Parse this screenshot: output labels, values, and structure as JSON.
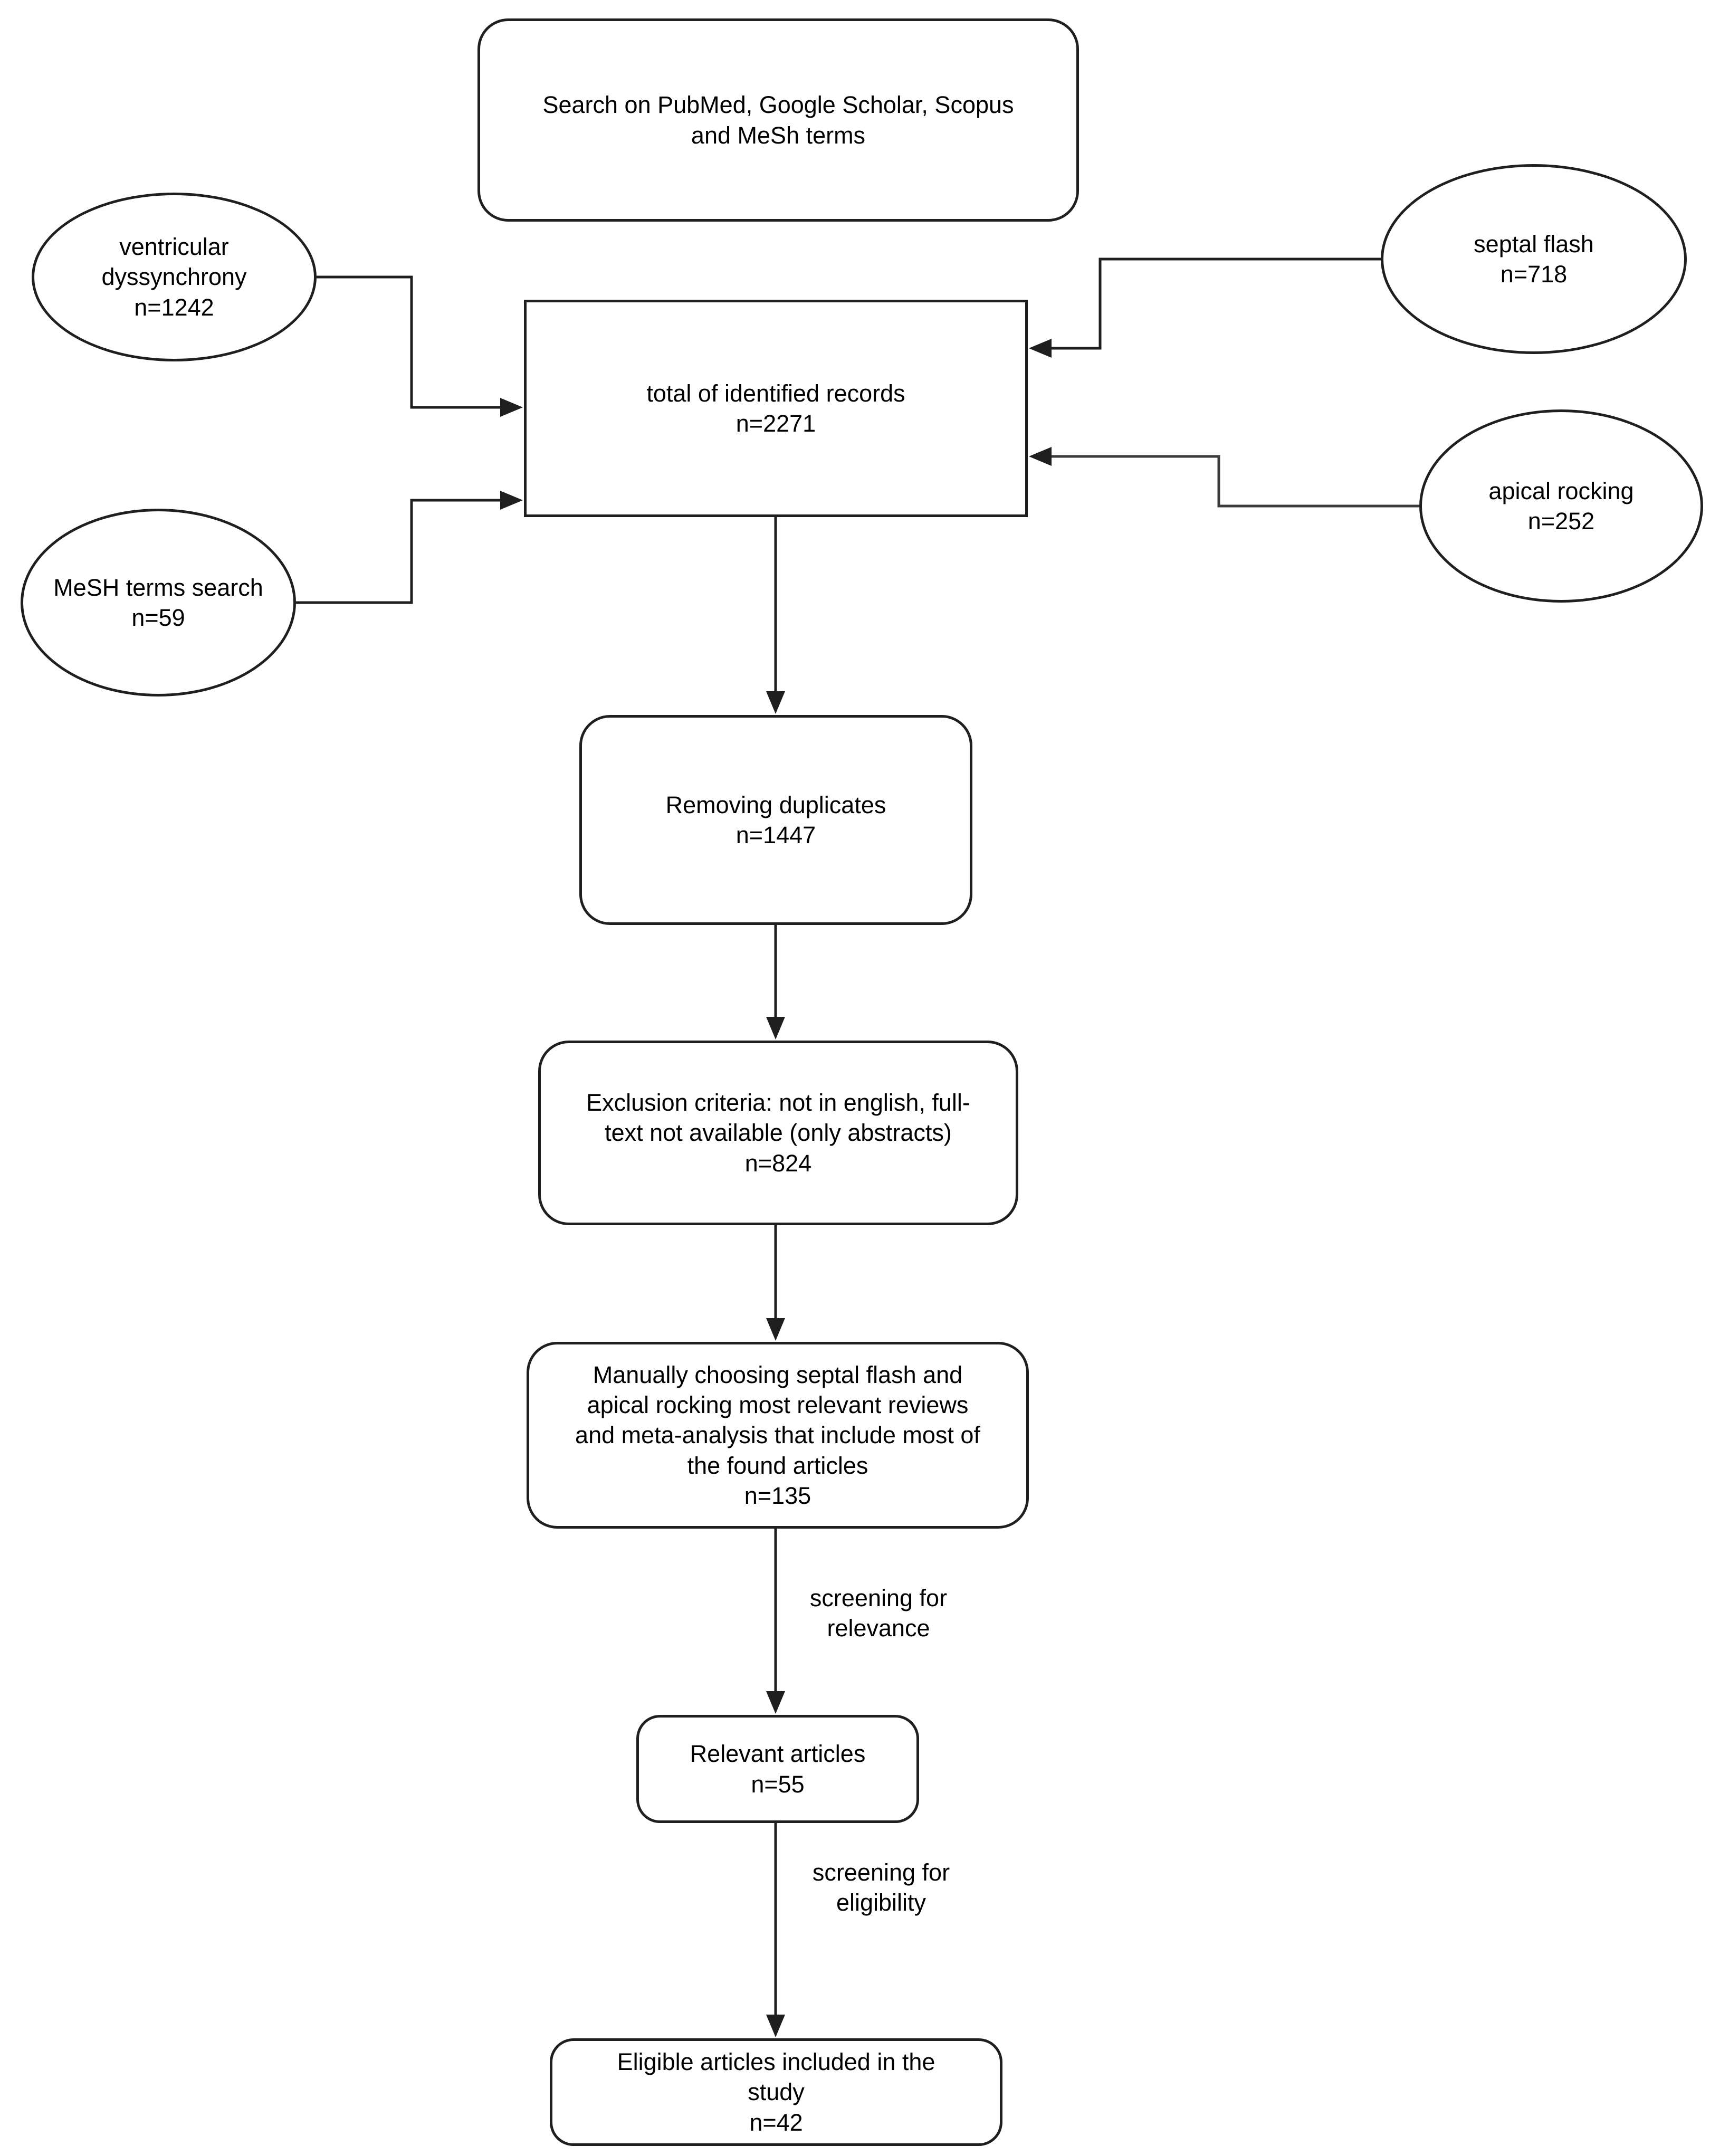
{
  "diagram": {
    "background_color": "#ffffff",
    "stroke_color": "#1f1f1f",
    "text_color": "#000000",
    "nodes": {
      "search_sources": {
        "shape": "rounded-rect",
        "lines": [
          "Search on PubMed, Google Scholar, Scopus",
          "and MeSh terms"
        ]
      },
      "ventricular_dyssynchrony": {
        "shape": "ellipse",
        "lines": [
          "ventricular",
          "dyssynchrony",
          "n=1242"
        ]
      },
      "septal_flash": {
        "shape": "ellipse",
        "lines": [
          "septal flash",
          "n=718"
        ]
      },
      "total_identified_records": {
        "shape": "rect",
        "lines": [
          "total of identified records",
          "n=2271"
        ]
      },
      "mesh_terms_search": {
        "shape": "ellipse",
        "lines": [
          "MeSH terms search",
          "n=59"
        ]
      },
      "apical_rocking": {
        "shape": "ellipse",
        "lines": [
          "apical rocking",
          "n=252"
        ]
      },
      "removing_duplicates": {
        "shape": "rounded-rect",
        "lines": [
          "Removing duplicates",
          "n=1447"
        ]
      },
      "exclusion_criteria": {
        "shape": "rounded-rect",
        "lines": [
          "Exclusion criteria: not in english, full-",
          "text not available (only abstracts)",
          "n=824"
        ]
      },
      "manual_selection": {
        "shape": "rounded-rect",
        "lines": [
          "Manually choosing septal flash and",
          "apical rocking most relevant reviews",
          "and meta-analysis that include most of",
          "the found articles",
          "n=135"
        ]
      },
      "relevant_articles": {
        "shape": "rounded-rect",
        "lines": [
          "Relevant articles",
          "n=55"
        ]
      },
      "eligible_articles": {
        "shape": "rounded-rect",
        "lines": [
          "Eligible articles included in the",
          "study",
          "n=42"
        ]
      }
    },
    "edge_labels": {
      "relevance": {
        "lines": [
          "screening for",
          "relevance"
        ]
      },
      "eligibility": {
        "lines": [
          "screening for",
          "eligibility"
        ]
      }
    }
  }
}
